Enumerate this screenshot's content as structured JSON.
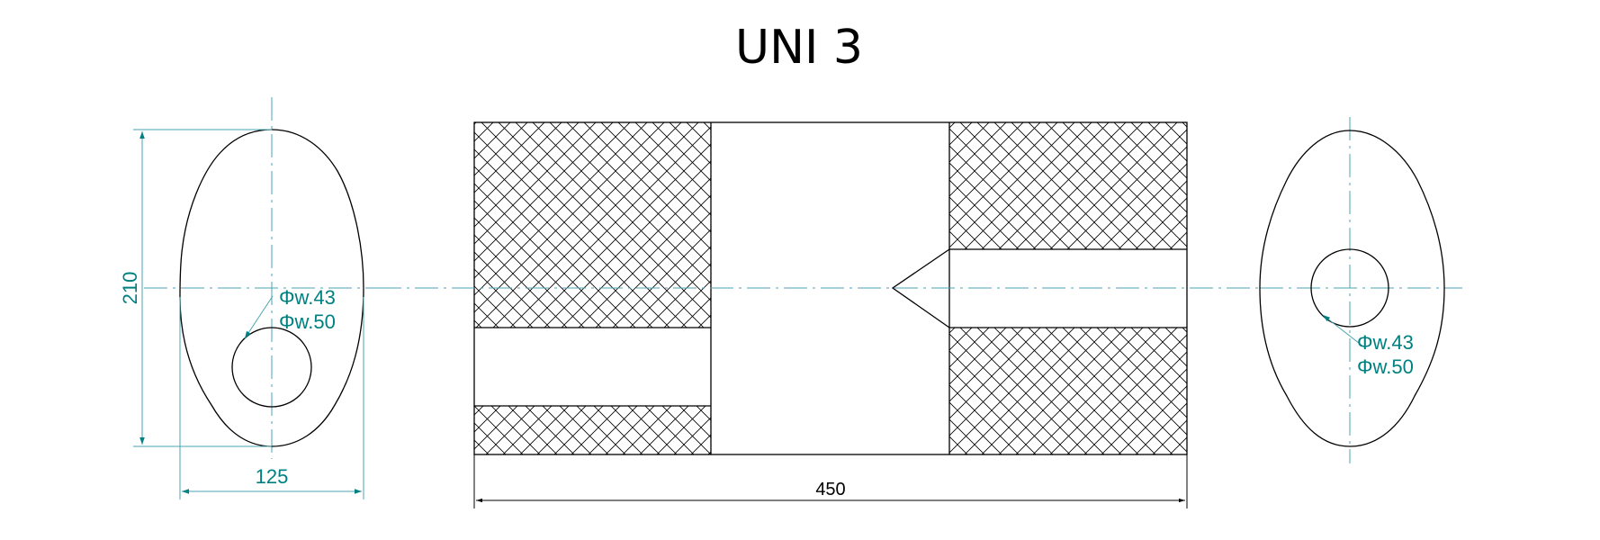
{
  "title": "UNI 3",
  "left_view": {
    "height_dim": "210",
    "width_dim": "125",
    "hole_callout_1": "Φw.43",
    "hole_callout_2": "Φw.50"
  },
  "side_view": {
    "length_dim": "450"
  },
  "right_view": {
    "hole_callout_1": "Φw.43",
    "hole_callout_2": "Φw.50"
  },
  "colors": {
    "dimension": "#008080",
    "centerline": "#4aa6b0",
    "outline": "#000000"
  }
}
